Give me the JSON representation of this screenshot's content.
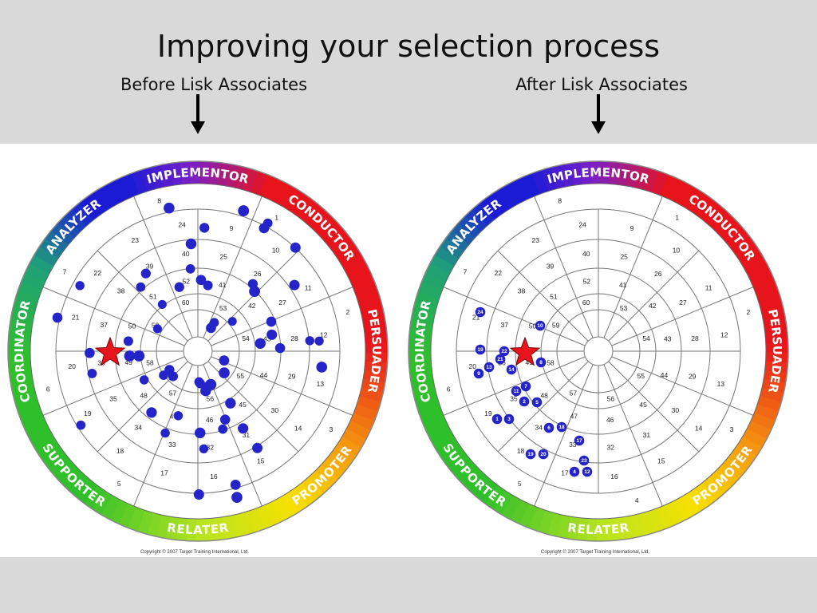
{
  "slide": {
    "title": "Improving your selection process",
    "before_label": "Before Lisk Associates",
    "after_label": "After Lisk Associates"
  },
  "wheel": {
    "segments": [
      "IMPLEMENTOR",
      "CONDUCTOR",
      "PERSUADER",
      "PROMOTER",
      "RELATER",
      "SUPPORTER",
      "COORDINATOR",
      "ANALYZER"
    ],
    "colors": {
      "blue": "#1b1bd6",
      "red": "#e8141c",
      "yellow": "#f7e000",
      "green": "#2fbf2b",
      "dot": "#2424c8",
      "star": "#e8141c"
    },
    "copyright": "Copyright © 2007 Target Training International, Ltd.",
    "numbers": [
      "1",
      "2",
      "3",
      "4",
      "5",
      "6",
      "7",
      "8",
      "9",
      "10",
      "11",
      "12",
      "13",
      "14",
      "15",
      "16",
      "17",
      "18",
      "19",
      "20",
      "21",
      "22",
      "23",
      "24",
      "25",
      "26",
      "27",
      "28",
      "29",
      "30",
      "31",
      "32",
      "33",
      "34",
      "35",
      "36",
      "37",
      "38",
      "39",
      "40",
      "41",
      "42",
      "43",
      "44",
      "45",
      "46",
      "47",
      "48",
      "49",
      "50",
      "51",
      "52",
      "53",
      "54",
      "55",
      "56",
      "57",
      "58",
      "59",
      "60"
    ]
  },
  "after_dots": [
    "24",
    "10",
    "19",
    "22",
    "21",
    "14",
    "9",
    "13",
    "8",
    "11",
    "7",
    "2",
    "5",
    "1",
    "3",
    "6",
    "18",
    "17",
    "19",
    "20",
    "23",
    "4",
    "12"
  ],
  "before_dot_count": 60
}
